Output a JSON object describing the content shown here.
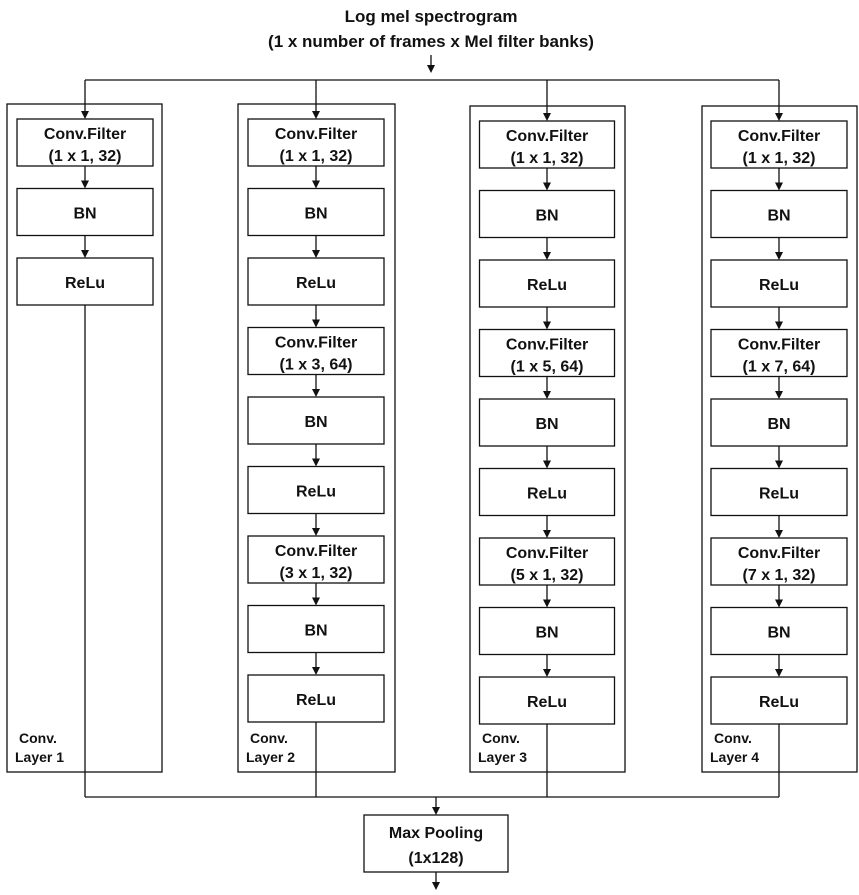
{
  "input": {
    "line1": "Log mel spectrogram",
    "line2": "(1 x number of frames x Mel filter banks)"
  },
  "output": {
    "line1": "Max Pooling",
    "line2": "(1x128)"
  },
  "branches": [
    {
      "label_line1": "Conv.",
      "label_line2": "Layer 1",
      "blocks": [
        {
          "line1": "Conv.Filter",
          "line2": "(1 x 1, 32)"
        },
        {
          "line1": "BN"
        },
        {
          "line1": "ReLu"
        }
      ]
    },
    {
      "label_line1": "Conv.",
      "label_line2": "Layer 2",
      "blocks": [
        {
          "line1": "Conv.Filter",
          "line2": "(1 x 1, 32)"
        },
        {
          "line1": "BN"
        },
        {
          "line1": "ReLu"
        },
        {
          "line1": "Conv.Filter",
          "line2": "(1 x 3, 64)"
        },
        {
          "line1": "BN"
        },
        {
          "line1": "ReLu"
        },
        {
          "line1": "Conv.Filter",
          "line2": "(3 x 1, 32)"
        },
        {
          "line1": "BN"
        },
        {
          "line1": "ReLu"
        }
      ]
    },
    {
      "label_line1": "Conv.",
      "label_line2": "Layer 3",
      "blocks": [
        {
          "line1": "Conv.Filter",
          "line2": "(1 x 1, 32)"
        },
        {
          "line1": "BN"
        },
        {
          "line1": "ReLu"
        },
        {
          "line1": "Conv.Filter",
          "line2": "(1 x 5, 64)"
        },
        {
          "line1": "BN"
        },
        {
          "line1": "ReLu"
        },
        {
          "line1": "Conv.Filter",
          "line2": "(5 x 1, 32)"
        },
        {
          "line1": "BN"
        },
        {
          "line1": "ReLu"
        }
      ]
    },
    {
      "label_line1": "Conv.",
      "label_line2": "Layer 4",
      "blocks": [
        {
          "line1": "Conv.Filter",
          "line2": "(1 x 1, 32)"
        },
        {
          "line1": "BN"
        },
        {
          "line1": "ReLu"
        },
        {
          "line1": "Conv.Filter",
          "line2": "(1 x 7, 64)"
        },
        {
          "line1": "BN"
        },
        {
          "line1": "ReLu"
        },
        {
          "line1": "Conv.Filter",
          "line2": "(7 x 1, 32)"
        },
        {
          "line1": "BN"
        },
        {
          "line1": "ReLu"
        }
      ]
    }
  ]
}
